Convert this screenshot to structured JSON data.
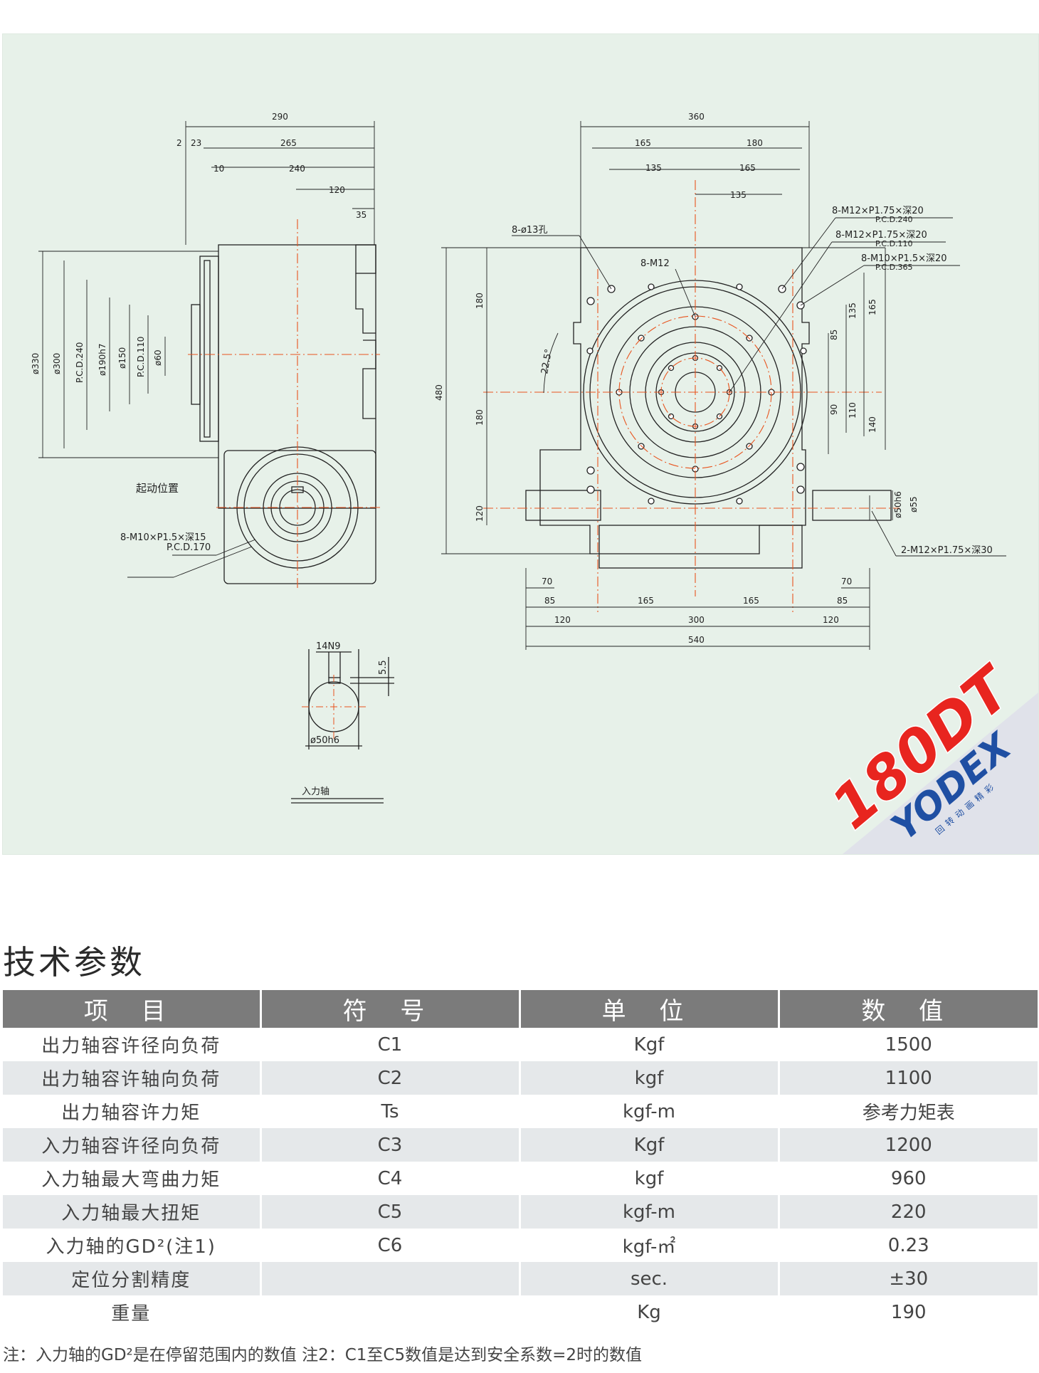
{
  "drawing": {
    "side_view": {
      "dims_top": [
        "290",
        "2",
        "23",
        "265",
        "10",
        "240",
        "120",
        "35"
      ],
      "dims_left": [
        "ø330",
        "ø300",
        "P.C.D.240",
        "ø190h7",
        "ø150",
        "P.C.D.110",
        "ø60"
      ],
      "label_start_position": "起动位置",
      "label_holes_1": "8-M10×P1.5×深15",
      "label_holes_2": "P.C.D.170"
    },
    "front_view": {
      "dims_top": [
        "360",
        "165",
        "180",
        "135",
        "165",
        "135"
      ],
      "label_hole_13": "8-ø13孔",
      "label_m12": "8-M12",
      "callout_1a": "8-M12×P1.75×深20",
      "callout_1b": "P.C.D.240",
      "callout_2a": "8-M12×P1.75×深20",
      "callout_2b": "P.C.D.110",
      "callout_3a": "8-M10×P1.5×深20",
      "callout_3b": "P.C.D.365",
      "angle": "22.5°",
      "dims_left": [
        "480",
        "180",
        "180",
        "120"
      ],
      "dims_right": [
        "85",
        "135",
        "165",
        "90",
        "110",
        "140"
      ],
      "shaft_dims": [
        "ø50h6",
        "ø55"
      ],
      "callout_shaft": "2-M12×P1.75×深30",
      "dims_bottom": [
        "70",
        "70",
        "85",
        "165",
        "165",
        "85",
        "120",
        "300",
        "120",
        "540"
      ]
    },
    "shaft_detail": {
      "key_width": "14N9",
      "key_depth": "5.5",
      "diameter": "ø50h6",
      "caption": "入力轴"
    },
    "brand": {
      "model": "180DT",
      "logo": "YODEX",
      "tagline": "回转动画精彩"
    }
  },
  "section_title": "技术参数",
  "table": {
    "headers": [
      "项 目",
      "符 号",
      "单 位",
      "数 值"
    ],
    "rows": [
      {
        "item": "出力轴容许径向负荷",
        "symbol": "C1",
        "unit": "Kgf",
        "value": "1500"
      },
      {
        "item": "出力轴容许轴向负荷",
        "symbol": "C2",
        "unit": "kgf",
        "value": "1100"
      },
      {
        "item": "出力轴容许力矩",
        "symbol": "Ts",
        "unit": "kgf-m",
        "value": "参考力矩表"
      },
      {
        "item": "入力轴容许径向负荷",
        "symbol": "C3",
        "unit": "Kgf",
        "value": "1200"
      },
      {
        "item": "入力轴最大弯曲力矩",
        "symbol": "C4",
        "unit": "kgf",
        "value": "960"
      },
      {
        "item": "入力轴最大扭矩",
        "symbol": "C5",
        "unit": "kgf-m",
        "value": "220"
      },
      {
        "item": "入力轴的GD²(注1)",
        "symbol": "C6",
        "unit": "kgf-㎡",
        "value": "0.23"
      },
      {
        "item": "定位分割精度",
        "symbol": "",
        "unit": "sec.",
        "value": "±30"
      },
      {
        "item": "重量",
        "symbol": "",
        "unit": "Kg",
        "value": "190"
      }
    ]
  },
  "footnote": "注：入力轴的GD²是在停留范围内的数值   注2：C1至C5数值是达到安全系数=2时的数值",
  "colors": {
    "panel": "#e7f1e9",
    "line": "#222222",
    "center": "#e8541e",
    "header": "#7b7b7b",
    "row_shade": "#e5e8ea",
    "brand_red": "#e8251f",
    "brand_blue": "#1f4fa3"
  }
}
